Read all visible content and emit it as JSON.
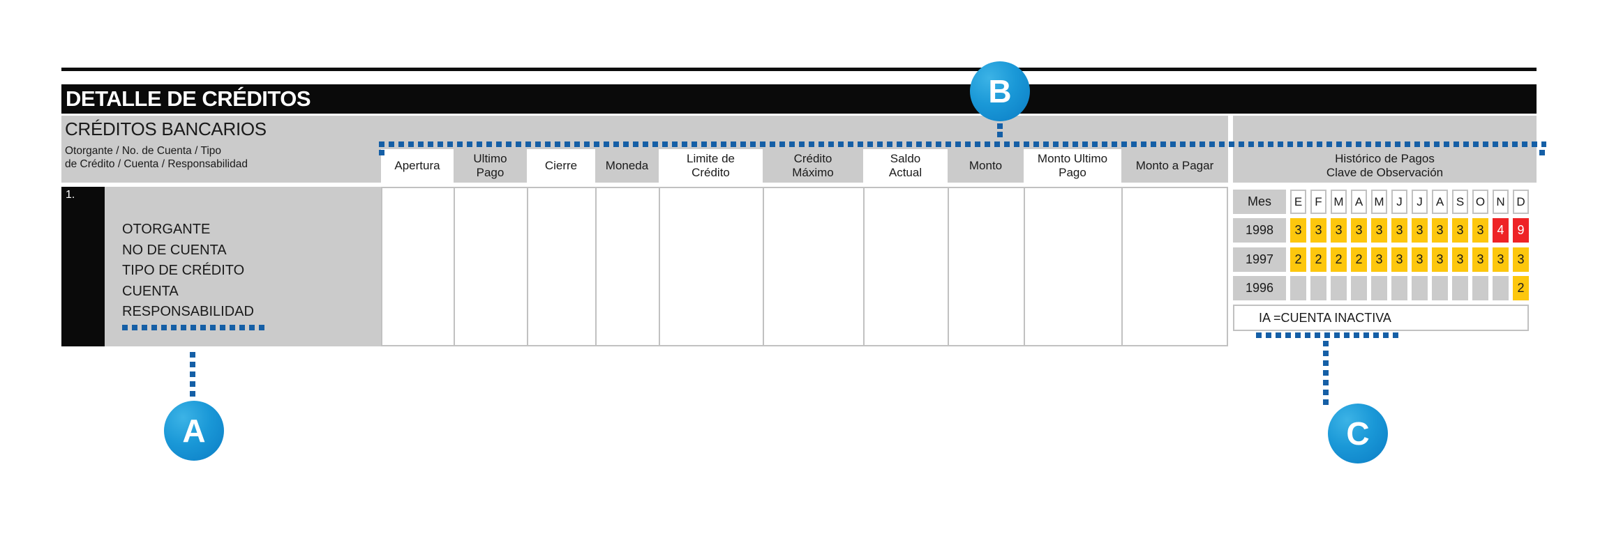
{
  "header": {
    "title": "DETALLE DE CRÉDITOS"
  },
  "section": {
    "title": "CRÉDITOS BANCARIOS",
    "row_header_label": "Otorgante / No. de Cuenta / Tipo\nde Crédito / Cuenta / Responsabilidad"
  },
  "columns": [
    {
      "label": "Apertura"
    },
    {
      "label": "Ultimo\nPago"
    },
    {
      "label": "Cierre"
    },
    {
      "label": "Moneda"
    },
    {
      "label": "Limite de\nCrédito"
    },
    {
      "label": "Crédito\nMáximo"
    },
    {
      "label": "Saldo\nActual"
    },
    {
      "label": "Monto"
    },
    {
      "label": "Monto Ultimo\nPago"
    },
    {
      "label": "Monto a Pagar"
    },
    {
      "label": "Histórico de Pagos\nClave de Observación"
    }
  ],
  "row1": {
    "number": "1.",
    "lines": [
      "OTORGANTE",
      "NO DE CUENTA",
      "TIPO DE CRÉDITO",
      "CUENTA",
      "RESPONSABILIDAD"
    ]
  },
  "history": {
    "corner_label": "Mes",
    "months": [
      "E",
      "F",
      "M",
      "A",
      "M",
      "J",
      "J",
      "A",
      "S",
      "O",
      "N",
      "D"
    ],
    "years": [
      {
        "year": "1998",
        "cells": [
          {
            "v": "3",
            "s": "y"
          },
          {
            "v": "3",
            "s": "y"
          },
          {
            "v": "3",
            "s": "y"
          },
          {
            "v": "3",
            "s": "y"
          },
          {
            "v": "3",
            "s": "y"
          },
          {
            "v": "3",
            "s": "y"
          },
          {
            "v": "3",
            "s": "y"
          },
          {
            "v": "3",
            "s": "y"
          },
          {
            "v": "3",
            "s": "y"
          },
          {
            "v": "3",
            "s": "y"
          },
          {
            "v": "4",
            "s": "r"
          },
          {
            "v": "9",
            "s": "r"
          }
        ]
      },
      {
        "year": "1997",
        "cells": [
          {
            "v": "2",
            "s": "y"
          },
          {
            "v": "2",
            "s": "y"
          },
          {
            "v": "2",
            "s": "y"
          },
          {
            "v": "2",
            "s": "y"
          },
          {
            "v": "3",
            "s": "y"
          },
          {
            "v": "3",
            "s": "y"
          },
          {
            "v": "3",
            "s": "y"
          },
          {
            "v": "3",
            "s": "y"
          },
          {
            "v": "3",
            "s": "y"
          },
          {
            "v": "3",
            "s": "y"
          },
          {
            "v": "3",
            "s": "y"
          },
          {
            "v": "3",
            "s": "y"
          }
        ]
      },
      {
        "year": "1996",
        "cells": [
          {
            "v": "",
            "s": "e"
          },
          {
            "v": "",
            "s": "e"
          },
          {
            "v": "",
            "s": "e"
          },
          {
            "v": "",
            "s": "e"
          },
          {
            "v": "",
            "s": "e"
          },
          {
            "v": "",
            "s": "e"
          },
          {
            "v": "",
            "s": "e"
          },
          {
            "v": "",
            "s": "e"
          },
          {
            "v": "",
            "s": "e"
          },
          {
            "v": "",
            "s": "e"
          },
          {
            "v": "",
            "s": "e"
          },
          {
            "v": "2",
            "s": "y"
          }
        ]
      }
    ],
    "legend": "IA  =CUENTA INACTIVA"
  },
  "annotations": {
    "a": "A",
    "b": "B",
    "c": "C"
  },
  "colors": {
    "accent_blue_dots": "#155fa6",
    "marker_blue_light": "#3cb3e6",
    "marker_blue_dark": "#0b7cc4",
    "cell_yellow": "#fdc70d",
    "cell_red": "#ee2326",
    "band_gray": "#cbcbcb",
    "bar_black": "#0a0a0a"
  }
}
